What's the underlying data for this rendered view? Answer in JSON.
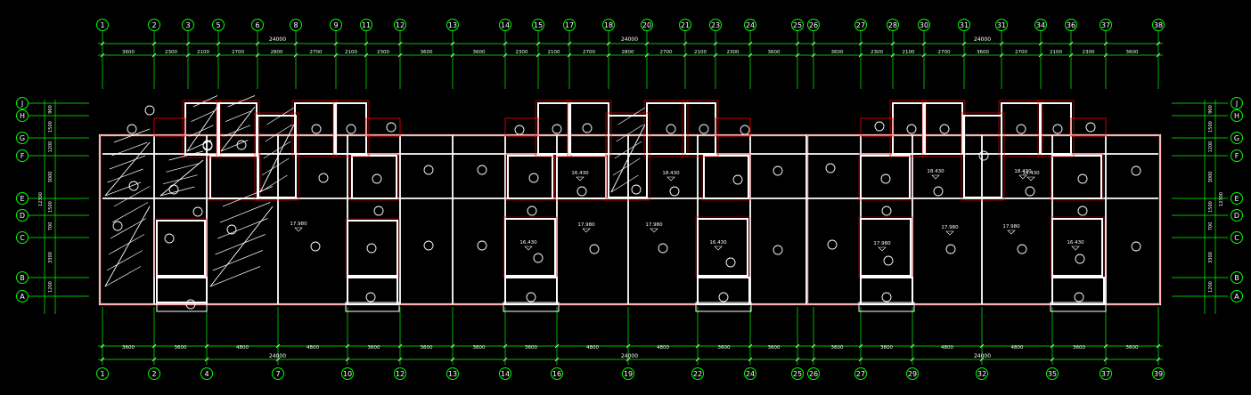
{
  "colors": {
    "background": "#000000",
    "grid": "#00ff00",
    "wall": "#ffffff",
    "outline": "#ff0000",
    "dim": "#ffffff"
  },
  "top_axes": {
    "labels": [
      "1",
      "2",
      "3",
      "5",
      "6",
      "8",
      "9",
      "11",
      "12",
      "13",
      "14",
      "15",
      "17",
      "18",
      "20",
      "21",
      "23",
      "24",
      "25",
      "26",
      "27",
      "28",
      "30",
      "31",
      "31",
      "34",
      "36",
      "37",
      "38"
    ],
    "totals": [
      "24000",
      "24000",
      "24000"
    ],
    "spans": [
      "3600",
      "2300",
      "2100",
      "2700",
      "2800",
      "2700",
      "2100",
      "2300",
      "3600",
      "3600",
      "2300",
      "2100",
      "2700",
      "2800",
      "2700",
      "2100",
      "2300",
      "3600",
      "3600",
      "2300",
      "2100",
      "2700",
      "3600",
      "2700",
      "2100",
      "2300",
      "3600"
    ]
  },
  "bottom_axes": {
    "labels": [
      "1",
      "2",
      "4",
      "7",
      "10",
      "12",
      "13",
      "14",
      "16",
      "19",
      "22",
      "24",
      "25",
      "26",
      "27",
      "29",
      "32",
      "35",
      "37",
      "39"
    ],
    "totals": [
      "24000",
      "24000",
      "24000"
    ],
    "spans": [
      "3600",
      "3600",
      "4800",
      "4800",
      "3600",
      "3600",
      "3600",
      "3600",
      "4800",
      "4800",
      "3600",
      "3600",
      "3600",
      "3600",
      "4800",
      "4800",
      "3600",
      "3600"
    ]
  },
  "left_axes": {
    "labels": [
      "J",
      "H",
      "G",
      "F",
      "E",
      "D",
      "C",
      "B",
      "A"
    ],
    "spans": [
      "900",
      "1500",
      "1200",
      "3000",
      "1500",
      "700",
      "3300",
      "1200"
    ],
    "total": "12300"
  },
  "right_axes": {
    "labels": [
      "J",
      "H",
      "G",
      "F",
      "E",
      "D",
      "C",
      "B",
      "A"
    ],
    "spans": [
      "900",
      "1500",
      "1200",
      "3000",
      "1500",
      "700",
      "3300",
      "1200"
    ],
    "total": "12300"
  },
  "elevations": [
    "16.430",
    "16.430",
    "16.430",
    "16.430",
    "17.980",
    "17.980",
    "17.980",
    "17.980",
    "17.980",
    "17.980",
    "18.430",
    "18.430",
    "18.430",
    "18.430"
  ]
}
